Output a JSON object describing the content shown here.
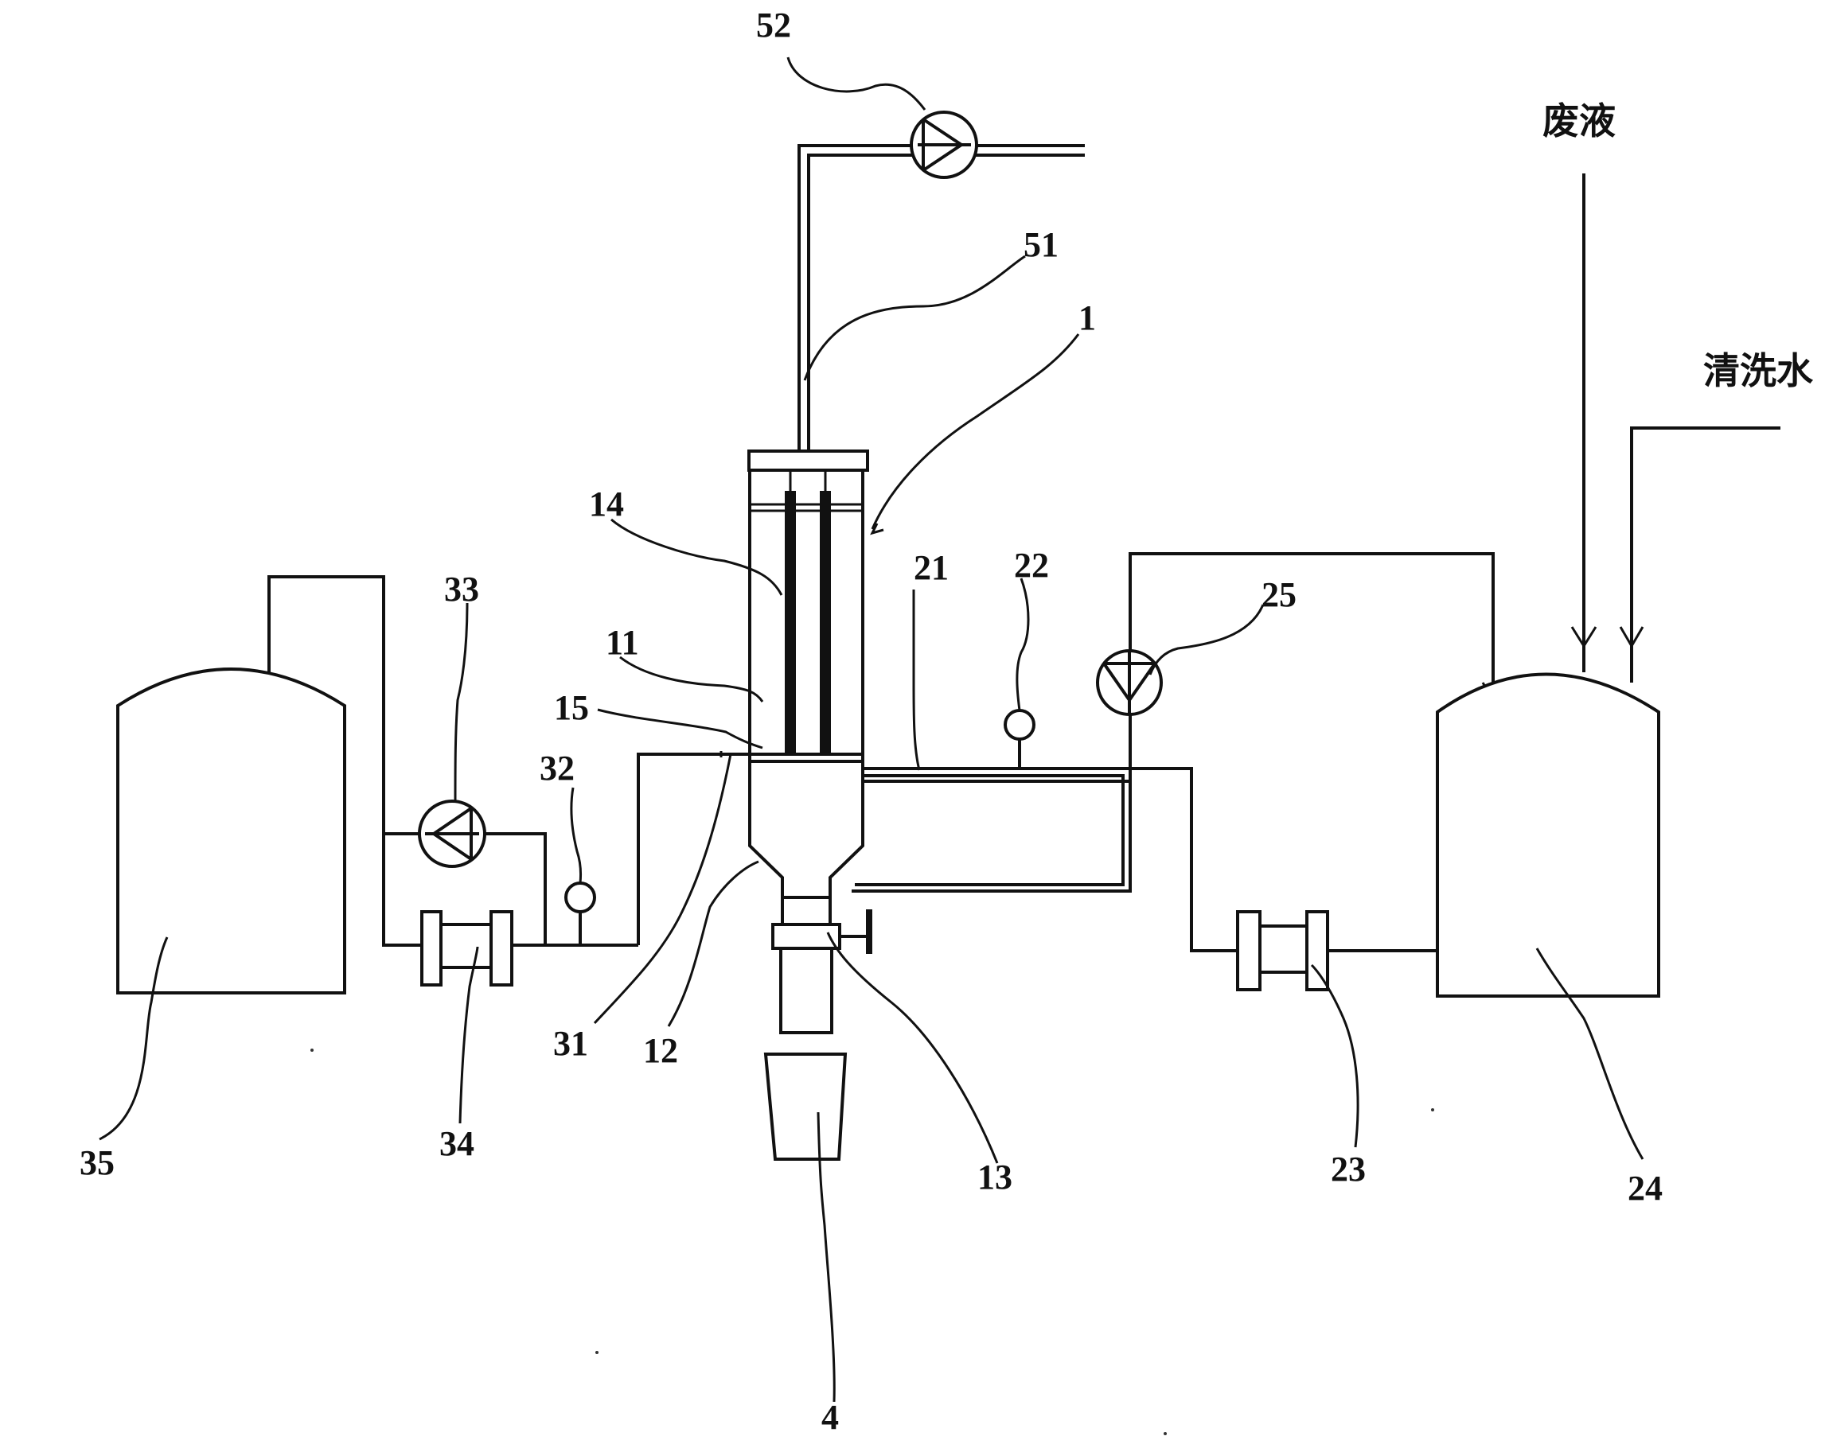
{
  "figure": {
    "labels": {
      "n52": "52",
      "n51": "51",
      "n1": "1",
      "n14": "14",
      "n11": "11",
      "n15": "15",
      "n21": "21",
      "n22": "22",
      "n25": "25",
      "n33": "33",
      "n32": "32",
      "n31": "31",
      "n12": "12",
      "n13": "13",
      "n35": "35",
      "n34": "34",
      "n4": "4",
      "n23": "23",
      "n24": "24"
    },
    "inlets": {
      "waste_liquid": "废液",
      "cleaning_water": "清洗水"
    }
  }
}
